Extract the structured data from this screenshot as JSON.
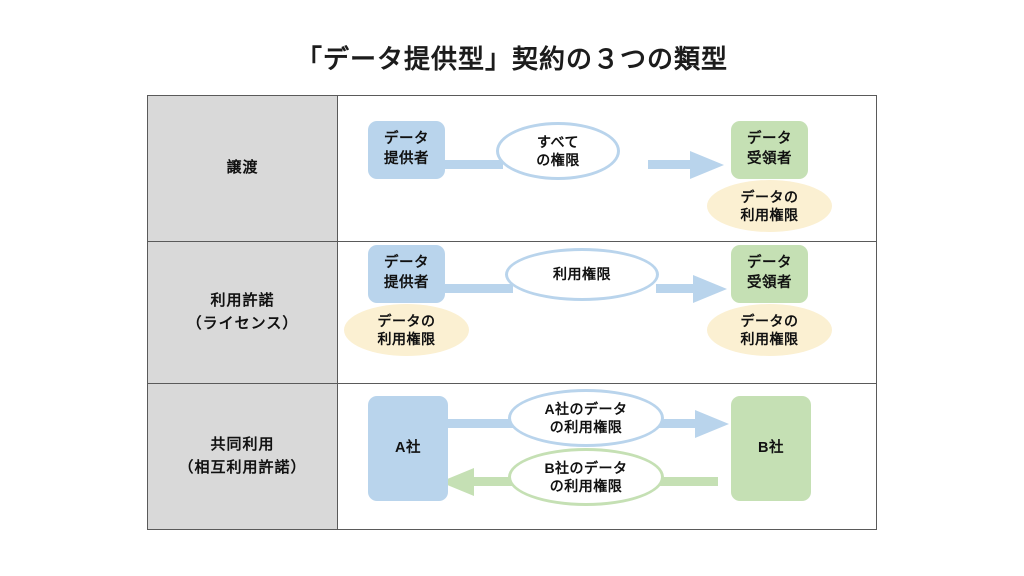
{
  "page": {
    "title": "「データ提供型」契約の３つの類型",
    "background": "#ffffff"
  },
  "colors": {
    "blue_fill": "#b9d4ec",
    "green_fill": "#c5e0b4",
    "cream_fill": "#fbf0d2",
    "label_cell_fill": "#d9d9d9",
    "border": "#5a5a5a",
    "text": "#111111"
  },
  "table": {
    "rows": [
      {
        "label_line1": "譲渡",
        "label_line2": "",
        "diagram": {
          "left_node": {
            "line1": "データ",
            "line2": "提供者",
            "color": "blue"
          },
          "left_badge": null,
          "middle_ellipse": {
            "line1": "すべて",
            "line2": "の権限",
            "style": "blue-outline"
          },
          "middle_ellipse_2": null,
          "right_node": {
            "line1": "データ",
            "line2": "受領者",
            "color": "green"
          },
          "right_badge": {
            "line1": "データの",
            "line2": "利用権限",
            "style": "cream-fill"
          },
          "arrows": [
            {
              "direction": "right",
              "color": "blue"
            }
          ]
        }
      },
      {
        "label_line1": "利用許諾",
        "label_line2": "（ライセンス）",
        "diagram": {
          "left_node": {
            "line1": "データ",
            "line2": "提供者",
            "color": "blue"
          },
          "left_badge": {
            "line1": "データの",
            "line2": "利用権限",
            "style": "cream-fill"
          },
          "middle_ellipse": {
            "line1": "利用権限",
            "line2": "",
            "style": "blue-outline"
          },
          "middle_ellipse_2": null,
          "right_node": {
            "line1": "データ",
            "line2": "受領者",
            "color": "green"
          },
          "right_badge": {
            "line1": "データの",
            "line2": "利用権限",
            "style": "cream-fill"
          },
          "arrows": [
            {
              "direction": "right",
              "color": "blue"
            }
          ]
        }
      },
      {
        "label_line1": "共同利用",
        "label_line2": "（相互利用許諾）",
        "diagram": {
          "left_node": {
            "line1": "A社",
            "line2": "",
            "color": "blue"
          },
          "left_badge": null,
          "middle_ellipse": {
            "line1": "A社のデータ",
            "line2": "の利用権限",
            "style": "blue-outline"
          },
          "middle_ellipse_2": {
            "line1": "B社のデータ",
            "line2": "の利用権限",
            "style": "green-outline"
          },
          "right_node": {
            "line1": "B社",
            "line2": "",
            "color": "green"
          },
          "right_badge": null,
          "arrows": [
            {
              "direction": "right",
              "color": "blue"
            },
            {
              "direction": "left",
              "color": "green"
            }
          ]
        }
      }
    ]
  }
}
